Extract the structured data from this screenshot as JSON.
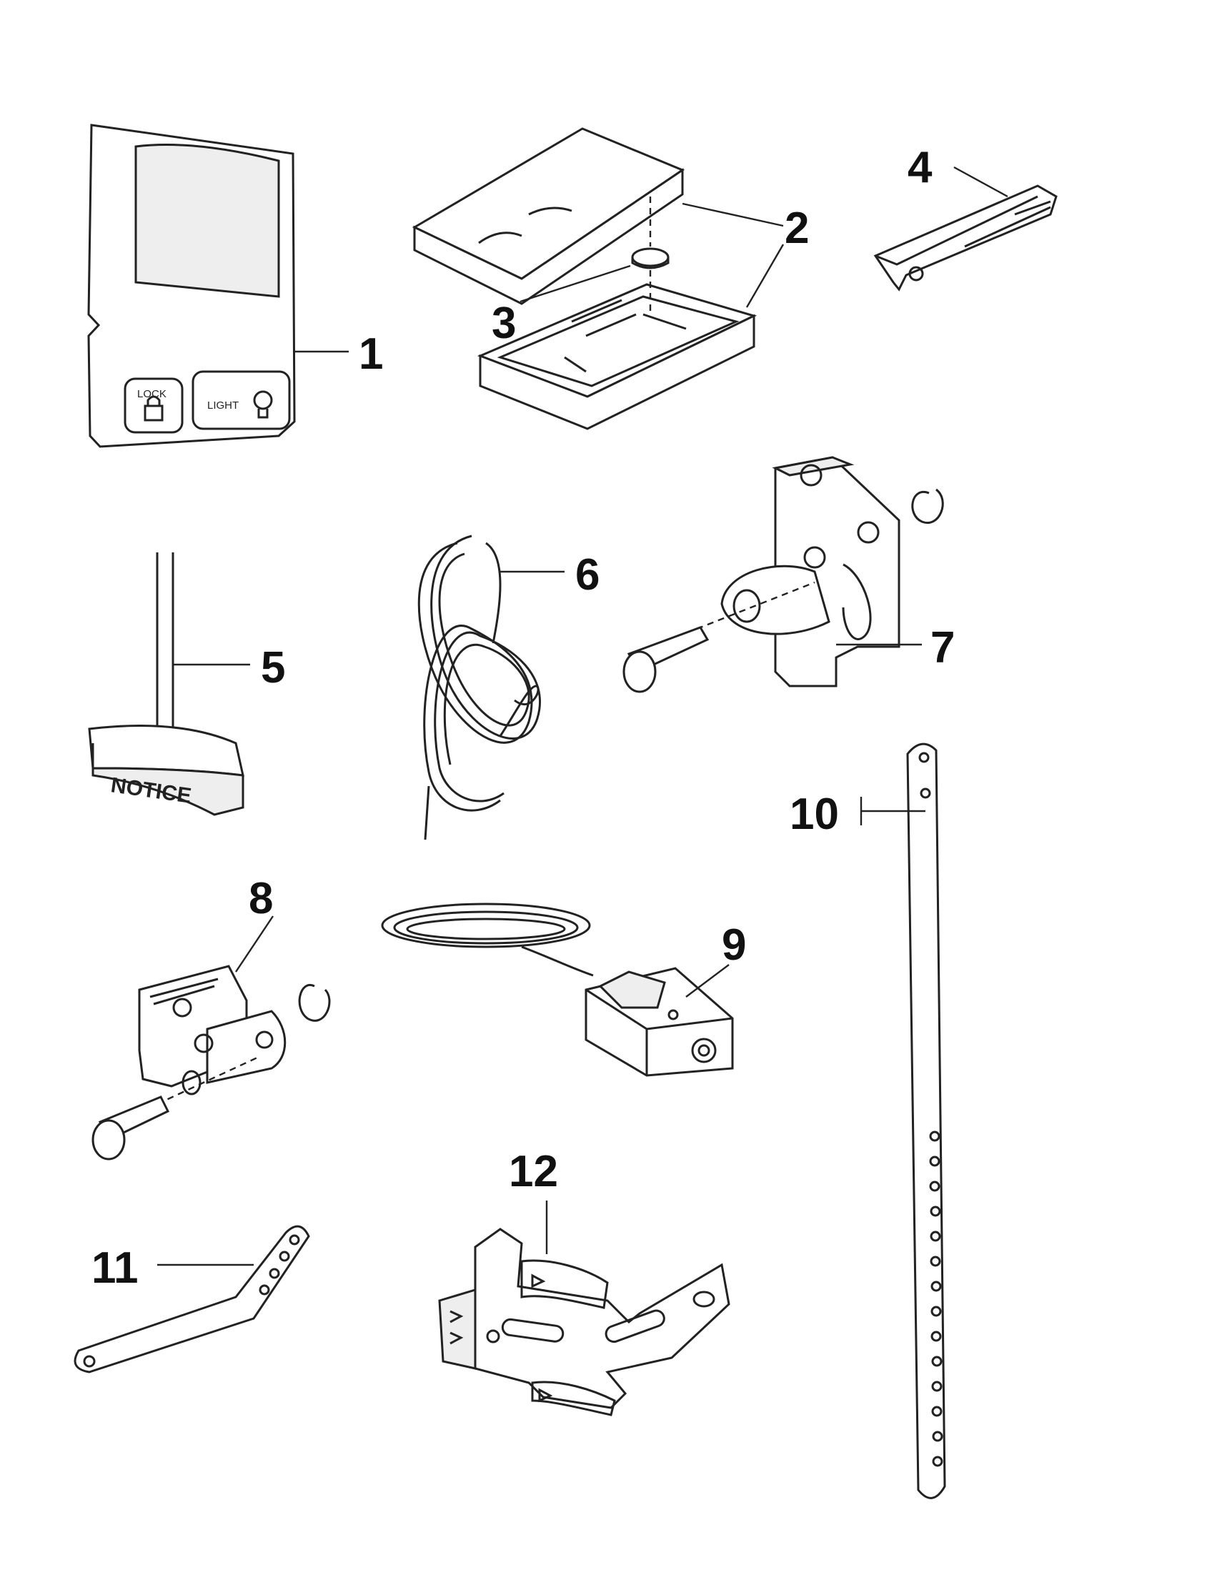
{
  "parts": [
    {
      "number": "1",
      "text": [
        "LOCK",
        "LIGHT"
      ]
    },
    {
      "number": "2"
    },
    {
      "number": "3"
    },
    {
      "number": "4"
    },
    {
      "number": "5",
      "text": [
        "NOTICE"
      ]
    },
    {
      "number": "6"
    },
    {
      "number": "7"
    },
    {
      "number": "8"
    },
    {
      "number": "9"
    },
    {
      "number": "10"
    },
    {
      "number": "11"
    },
    {
      "number": "12"
    }
  ],
  "colors": {
    "line": "#222222",
    "background": "#ffffff",
    "shade": "#eeeeee"
  }
}
